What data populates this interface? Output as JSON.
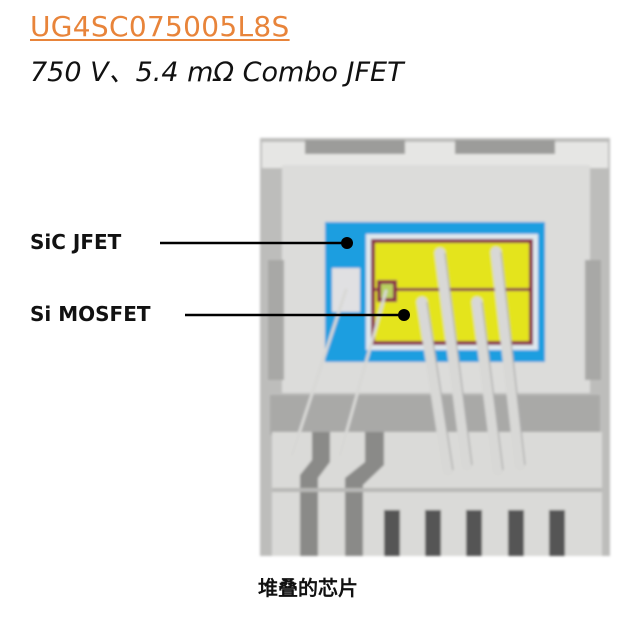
{
  "header": {
    "part_number": "UG4SC075005L8S",
    "description": "750 V、5.4 mΩ Combo JFET"
  },
  "diagram": {
    "labels": [
      {
        "text": "SiC JFET"
      },
      {
        "text": "Si MOSFET"
      }
    ],
    "caption": "堆叠的芯片",
    "colors": {
      "title": "#e8843a",
      "jfet_die": "#1a9ee0",
      "mosfet_die": "#e4e41a",
      "mosfet_border": "#8a2a4a",
      "package": "#dcdcda"
    }
  }
}
